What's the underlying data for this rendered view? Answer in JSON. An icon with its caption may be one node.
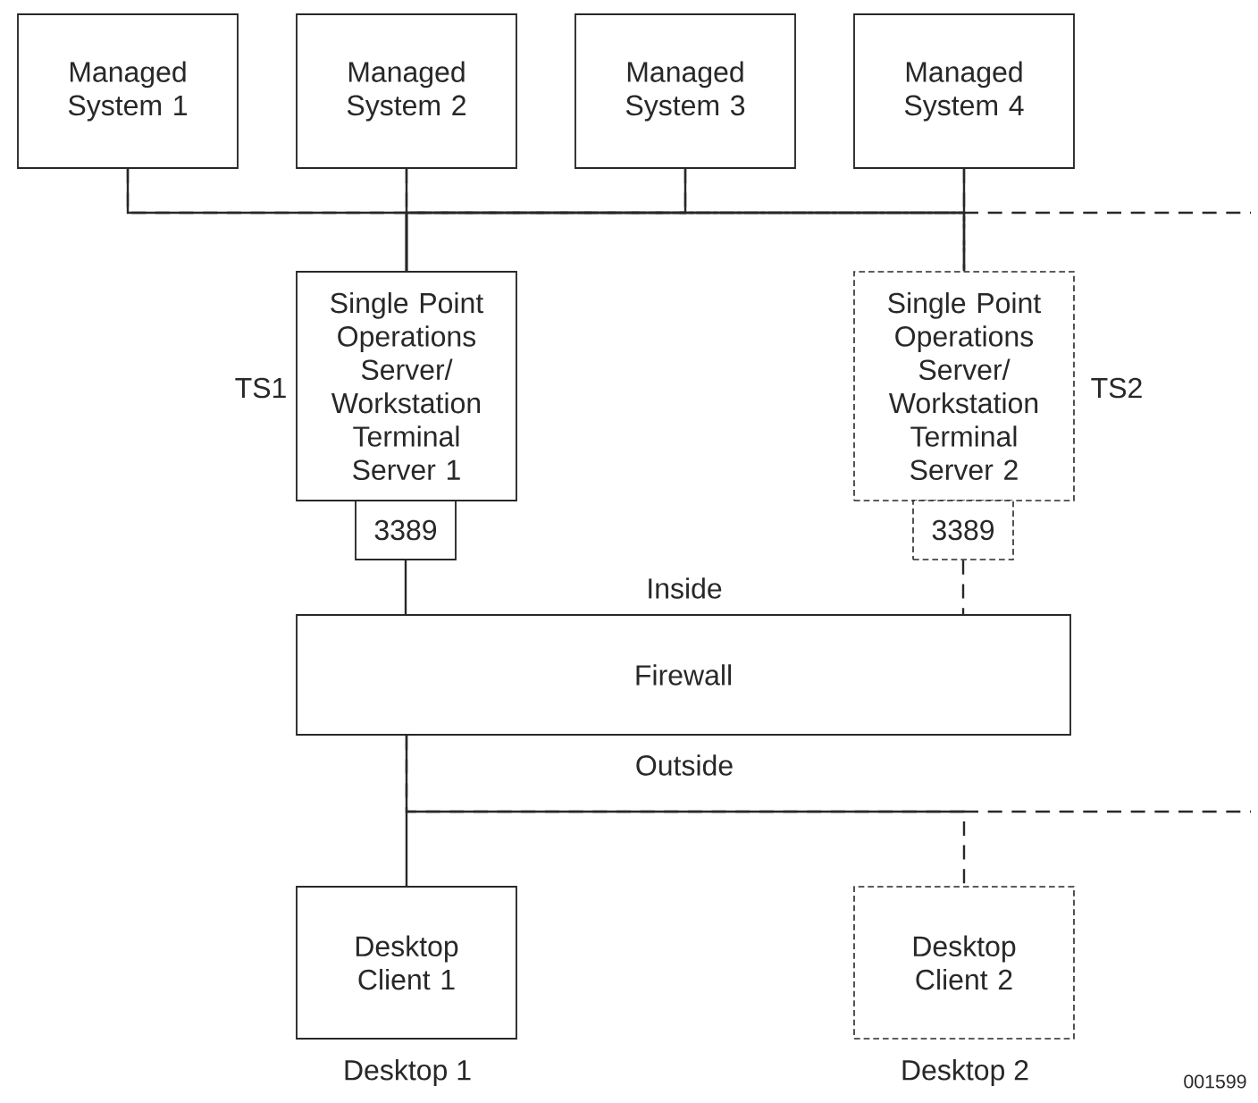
{
  "diagram": {
    "nodes": [
      {
        "text": [
          "Managed System 1"
        ]
      },
      {
        "text": [
          "Managed System 2"
        ]
      },
      {
        "text": [
          "Managed System 3"
        ]
      },
      {
        "text": [
          "Managed System 4"
        ]
      },
      {
        "text": [
          "Single Point Operations Server/ Workstation Terminal Server 1"
        ],
        "beside": [
          "TS1"
        ]
      },
      {
        "text": [
          "3389"
        ]
      },
      {
        "text": [
          "Single Point Operations Server/ Workstation Terminal Server 2"
        ],
        "beside": [
          "TS2"
        ]
      },
      {
        "text": [
          "3389"
        ]
      },
      {
        "text": [
          "Firewall"
        ]
      },
      {
        "text": [
          "Desktop Client 1"
        ],
        "beside": [
          "Desktop 1"
        ]
      },
      {
        "text": [
          "Desktop Client 2"
        ],
        "beside": [
          "Desktop 2"
        ]
      }
    ],
    "edges": [
      {
        "from": 0,
        "to": 4,
        "arrow": "none"
      },
      {
        "from": 1,
        "to": 4,
        "arrow": "none"
      },
      {
        "from": 2,
        "to": 4,
        "arrow": "none"
      },
      {
        "from": 3,
        "to": 4,
        "arrow": "none"
      },
      {
        "from": 0,
        "to": 6,
        "arrow": "none",
        "style": "dashed"
      },
      {
        "from": 1,
        "to": 6,
        "arrow": "none",
        "style": "dashed"
      },
      {
        "from": 2,
        "to": 6,
        "arrow": "none",
        "style": "dashed"
      },
      {
        "from": 3,
        "to": 6,
        "arrow": "none",
        "style": "dashed"
      },
      {
        "from": 5,
        "to": 8,
        "arrow": "none"
      },
      {
        "from": 7,
        "to": 8,
        "arrow": "none",
        "style": "dashed"
      },
      {
        "from": 8,
        "to": 9,
        "arrow": "none"
      },
      {
        "from": 8,
        "to": 10,
        "arrow": "none",
        "style": "dashed"
      }
    ],
    "labels": [
      "Inside",
      "Outside",
      "001599"
    ]
  }
}
